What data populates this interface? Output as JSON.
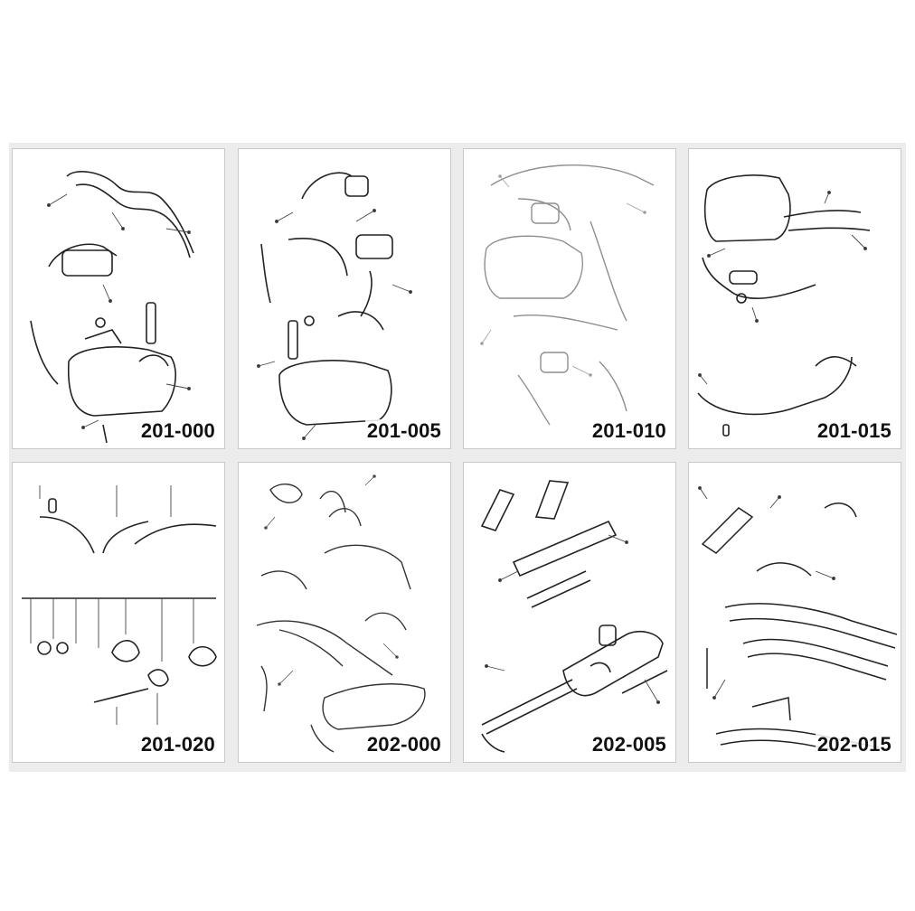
{
  "colors": {
    "ink": "#222222",
    "card_border": "#c8c8c8",
    "frame": "#ececec"
  },
  "diagrams": [
    {
      "code": "201-000",
      "icon": "fuel-tank-lines-diagram"
    },
    {
      "code": "201-005",
      "icon": "fuel-pump-tank-diagram"
    },
    {
      "code": "201-010",
      "icon": "fuel-system-faded-diagram"
    },
    {
      "code": "201-015",
      "icon": "fuel-tank-hoses-diagram"
    },
    {
      "code": "201-020",
      "icon": "fuel-filler-parts-diagram"
    },
    {
      "code": "202-000",
      "icon": "exhaust-manifold-diagram"
    },
    {
      "code": "202-005",
      "icon": "exhaust-muffler-diagram"
    },
    {
      "code": "202-015",
      "icon": "exhaust-heat-exchanger-diagram"
    }
  ]
}
